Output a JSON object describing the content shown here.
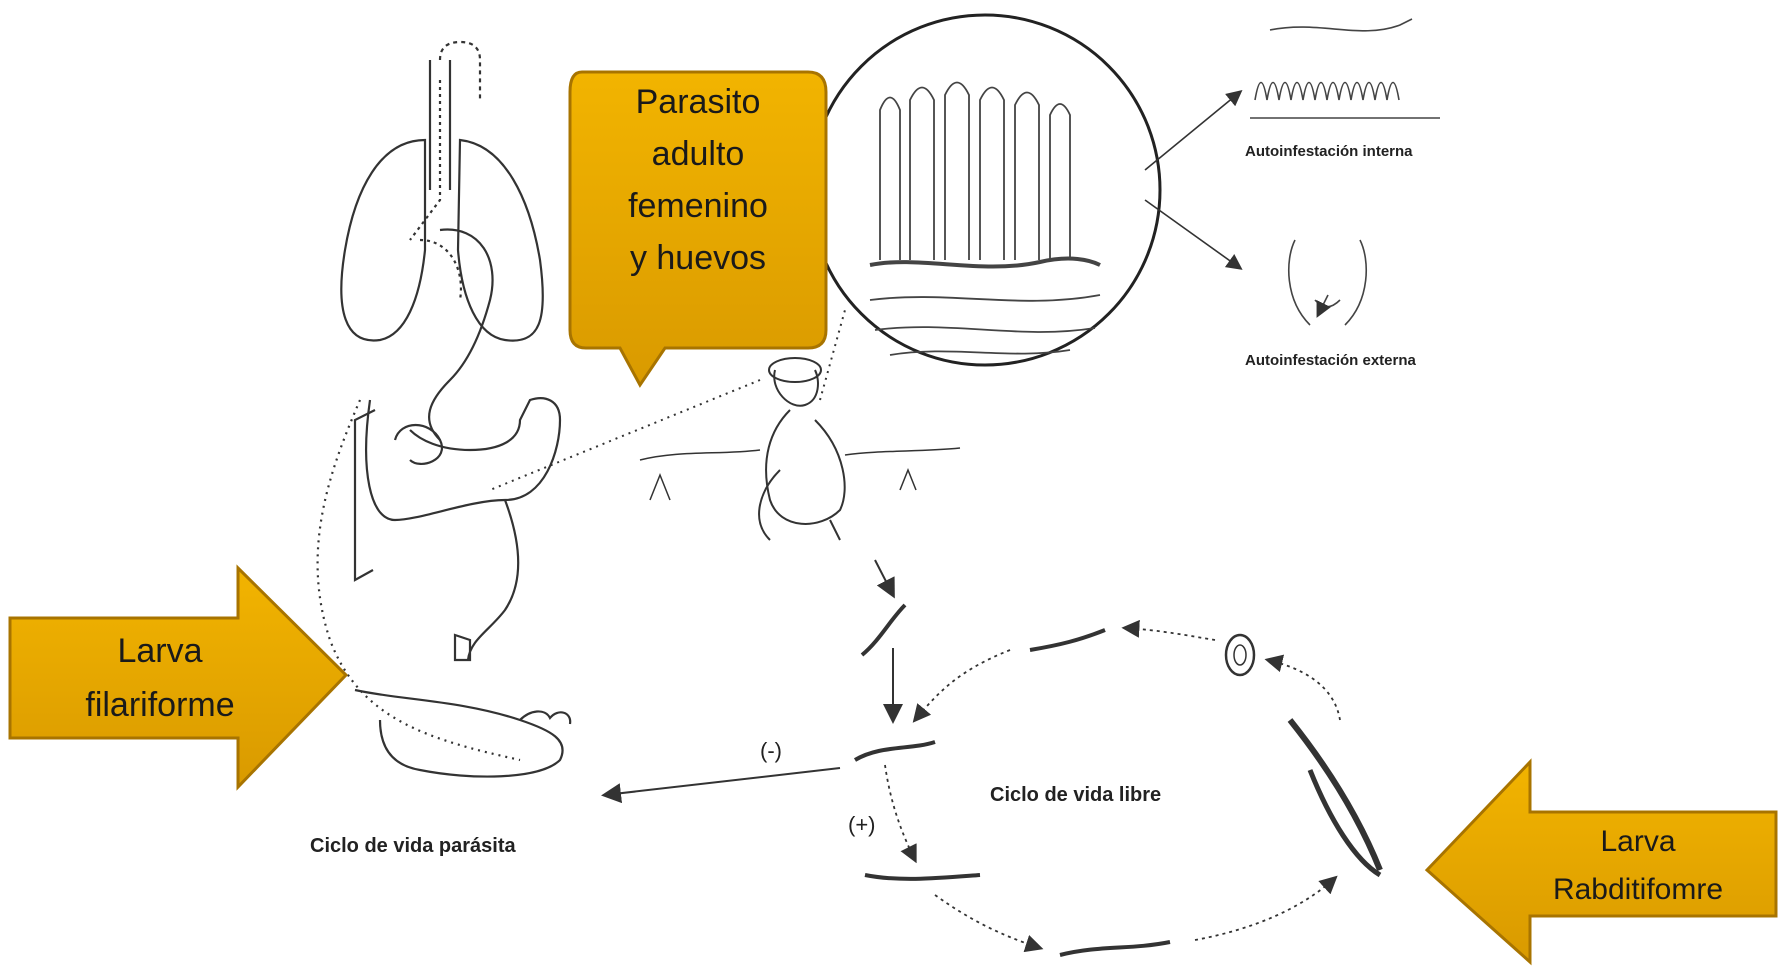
{
  "callouts": {
    "adult": [
      "Parasito",
      "adulto",
      "femenino",
      "y huevos"
    ],
    "filariform": [
      "Larva",
      "filariforme"
    ],
    "rhabditiform": [
      "Larva",
      "Rabditifomre"
    ]
  },
  "labels": {
    "autoinfection_internal": "Autoinfestación interna",
    "autoinfection_external": "Autoinfestación externa",
    "free_cycle": "Ciclo de vida libre",
    "parasitic_cycle": "Ciclo de vida parásita",
    "minus_sign": "(-)",
    "plus_sign": "(+)"
  },
  "colors": {
    "callout_fill": "#e8a800",
    "callout_stroke": "#a87400",
    "line": "#333333"
  }
}
